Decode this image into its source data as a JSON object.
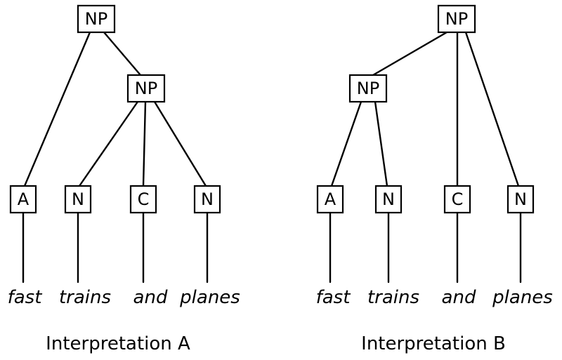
{
  "colors": {
    "stroke": "#000000",
    "background": "#ffffff"
  },
  "trees": [
    {
      "caption": "Interpretation A",
      "root_label": "NP",
      "inner_label": "NP",
      "leaves": [
        "A",
        "N",
        "C",
        "N"
      ],
      "words": [
        "fast",
        "trains",
        "and",
        "planes"
      ]
    },
    {
      "caption": "Interpretation B",
      "root_label": "NP",
      "inner_label": "NP",
      "leaves": [
        "A",
        "N",
        "C",
        "N"
      ],
      "words": [
        "fast",
        "trains",
        "and",
        "planes"
      ]
    }
  ]
}
